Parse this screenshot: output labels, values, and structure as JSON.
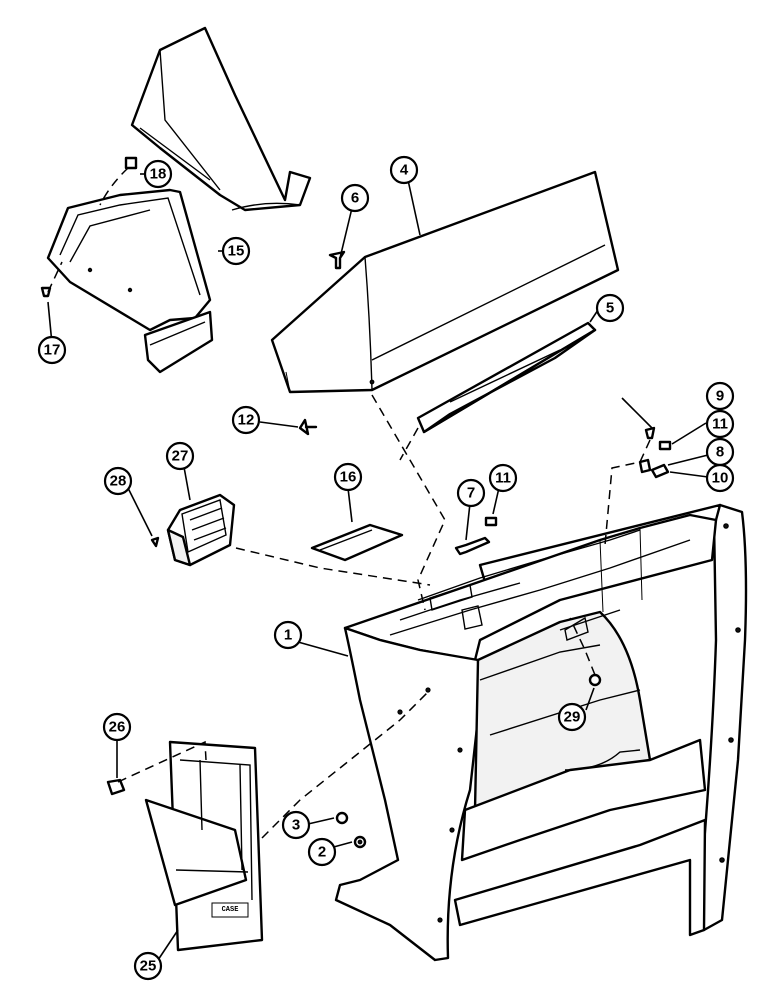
{
  "callouts": [
    {
      "id": "c1",
      "label": "1"
    },
    {
      "id": "c2",
      "label": "2"
    },
    {
      "id": "c3",
      "label": "3"
    },
    {
      "id": "c4",
      "label": "4"
    },
    {
      "id": "c5",
      "label": "5"
    },
    {
      "id": "c6",
      "label": "6"
    },
    {
      "id": "c7",
      "label": "7"
    },
    {
      "id": "c8",
      "label": "8"
    },
    {
      "id": "c9",
      "label": "9"
    },
    {
      "id": "c10",
      "label": "10"
    },
    {
      "id": "c11a",
      "label": "11"
    },
    {
      "id": "c11b",
      "label": "11"
    },
    {
      "id": "c12",
      "label": "12"
    },
    {
      "id": "c15",
      "label": "15"
    },
    {
      "id": "c16",
      "label": "16"
    },
    {
      "id": "c17",
      "label": "17"
    },
    {
      "id": "c18",
      "label": "18"
    },
    {
      "id": "c25",
      "label": "25"
    },
    {
      "id": "c26",
      "label": "26"
    },
    {
      "id": "c27",
      "label": "27"
    },
    {
      "id": "c28",
      "label": "28"
    },
    {
      "id": "c29",
      "label": "29"
    }
  ],
  "logo_text": "CASE"
}
